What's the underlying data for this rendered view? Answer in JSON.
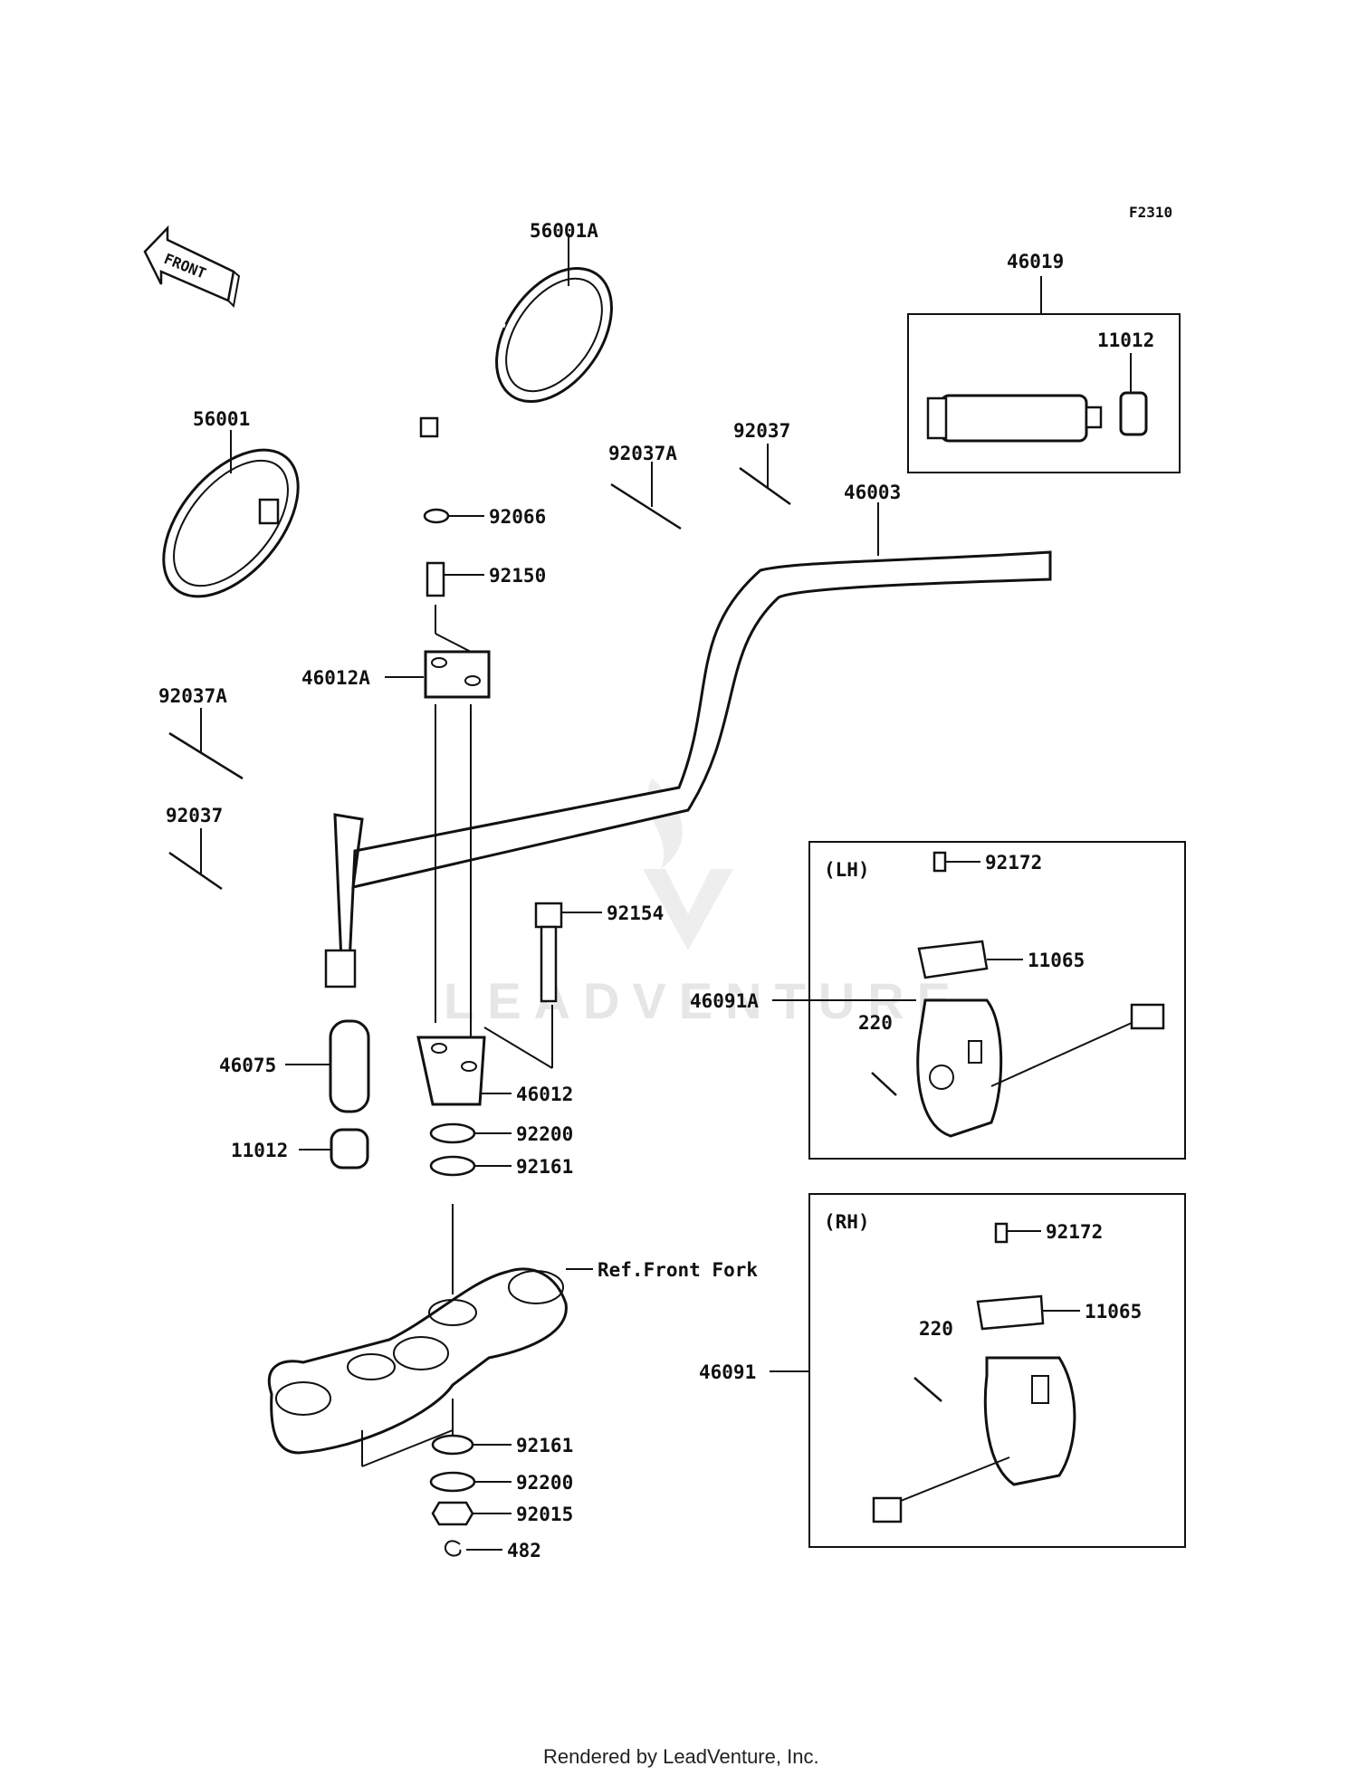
{
  "figure_code": "F2310",
  "front_label": "FRONT",
  "watermark": "LEADVENTURE",
  "footer": "Rendered by LeadVenture, Inc.",
  "labels": {
    "p56001A": "56001A",
    "p56001": "56001",
    "p46019": "46019",
    "p11012_top": "11012",
    "p92037A_top": "92037A",
    "p92037_top": "92037",
    "p46003": "46003",
    "p92066": "92066",
    "p92150": "92150",
    "p46012A": "46012A",
    "p92037A_left": "92037A",
    "p92037_left": "92037",
    "p92154": "92154",
    "p46075": "46075",
    "p46012": "46012",
    "p11012_left": "11012",
    "p92200_a": "92200",
    "p92161_a": "92161",
    "ref_front_fork": "Ref.Front Fork",
    "p92161_b": "92161",
    "p92200_b": "92200",
    "p92015": "92015",
    "p482": "482"
  },
  "lh_box": {
    "title": "(LH)",
    "p92172": "92172",
    "p11065": "11065",
    "p46091A": "46091A",
    "p220": "220"
  },
  "rh_box": {
    "title": "(RH)",
    "p92172": "92172",
    "p11065": "11065",
    "p220": "220",
    "p46091": "46091"
  }
}
